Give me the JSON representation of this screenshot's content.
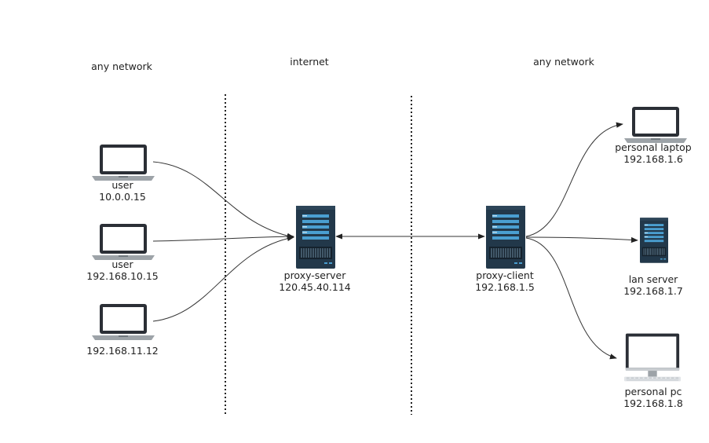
{
  "zones": {
    "left": "any network",
    "middle": "internet",
    "right": "any network"
  },
  "nodes": {
    "user1": {
      "name": "user",
      "ip": "10.0.0.15",
      "icon": "laptop-icon"
    },
    "user2": {
      "name": "user",
      "ip": "192.168.10.15",
      "icon": "laptop-icon"
    },
    "user3": {
      "name": "",
      "ip": "192.168.11.12",
      "icon": "laptop-icon"
    },
    "proxy_server": {
      "name": "proxy-server",
      "ip": "120.45.40.114",
      "icon": "server-icon"
    },
    "proxy_client": {
      "name": "proxy-client",
      "ip": "192.168.1.5",
      "icon": "server-icon"
    },
    "personal_laptop": {
      "name": "personal laptop",
      "ip": "192.168.1.6",
      "icon": "laptop-icon"
    },
    "lan_server": {
      "name": "lan server",
      "ip": "192.168.1.7",
      "icon": "server-icon"
    },
    "personal_pc": {
      "name": "personal pc",
      "ip": "192.168.1.8",
      "icon": "monitor-icon"
    }
  },
  "colors": {
    "device_dark": "#2b2f36",
    "server_body": "#22384a",
    "server_stripe": "#4a9fd1",
    "line": "#333333"
  }
}
